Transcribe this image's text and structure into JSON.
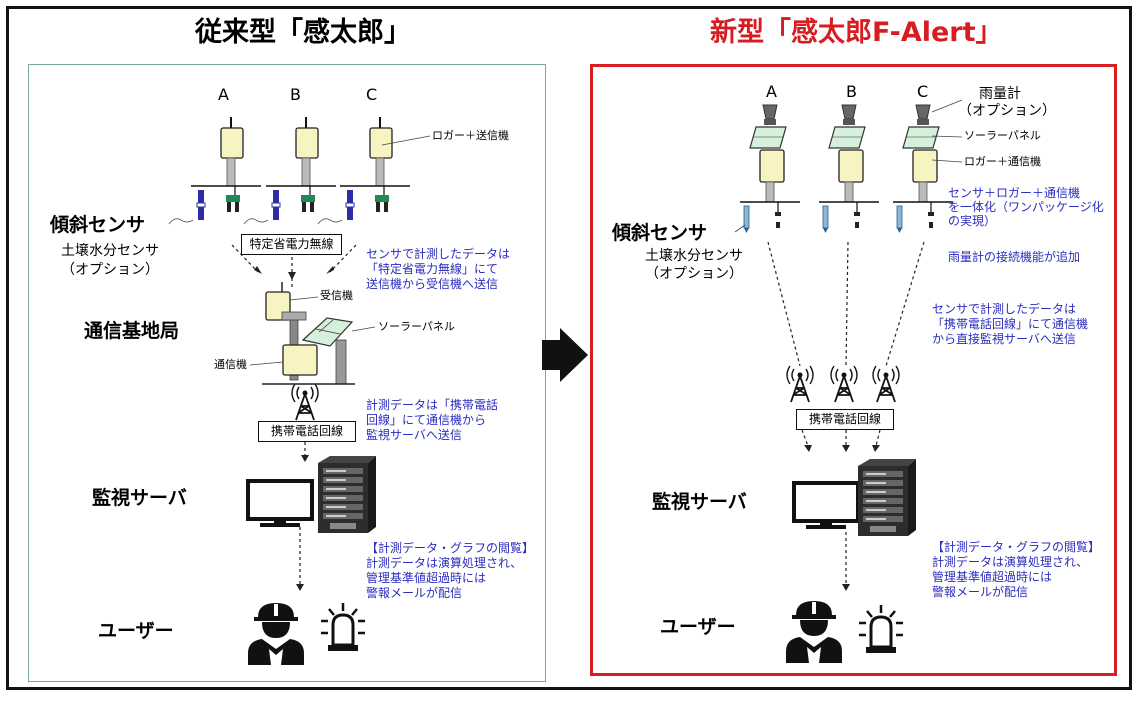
{
  "left": {
    "title": "従来型「感太郎」",
    "letters": [
      "A",
      "B",
      "C"
    ],
    "logger_label": "ロガー＋送信機",
    "tilt_sensor": "傾斜センサ",
    "soil_sensor": "土壌水分センサ",
    "soil_option": "（オプション）",
    "radio_box": "特定省電力無線",
    "note1": [
      "センサで計測したデータは",
      "「特定省電力無線」にて",
      "送信機から受信機へ送信"
    ],
    "receiver": "受信機",
    "station": "通信基地局",
    "solar": "ソーラーパネル",
    "comm": "通信機",
    "note2": [
      "計測データは「携帯電話",
      "回線」にて通信機から",
      "監視サーバへ送信"
    ],
    "mobile_box": "携帯電話回線",
    "server": "監視サーバ",
    "note3": [
      "【計測データ・グラフの閲覧】",
      "計測データは演算処理され、",
      "管理基準値超過時には",
      "警報メールが配信"
    ],
    "user": "ユーザー"
  },
  "right": {
    "title": "新型「感太郎F-Alert」",
    "letters": [
      "A",
      "B",
      "C"
    ],
    "rain_gauge": "雨量計",
    "rain_option": "（オプション）",
    "solar": "ソーラーパネル",
    "logger_comm": "ロガー＋通信機",
    "tilt_sensor": "傾斜センサ",
    "soil_sensor": "土壌水分センサ",
    "soil_option": "（オプション）",
    "note1": [
      "センサ＋ロガー＋通信機",
      "を一体化（ワンパッケージ化",
      "の実現）"
    ],
    "note_rain": "雨量計の接続機能が追加",
    "note2": [
      "センサで計測したデータは",
      "「携帯電話回線」にて通信機",
      "から直接監視サーバへ送信"
    ],
    "mobile_box": "携帯電話回線",
    "server": "監視サーバ",
    "note3": [
      "【計測データ・グラフの閲覧】",
      "計測データは演算処理され、",
      "管理基準値超過時には",
      "警報メールが配信"
    ],
    "user": "ユーザー"
  },
  "colors": {
    "new_accent": "#d81d22",
    "note_blue": "#2b2dbf",
    "old_frame": "#7aa896",
    "device_fill": "#f8f4c2",
    "panel_fill": "#d6f0dc",
    "sensor_blue": "#2b2da8",
    "sensor_green": "#1f8a55"
  }
}
